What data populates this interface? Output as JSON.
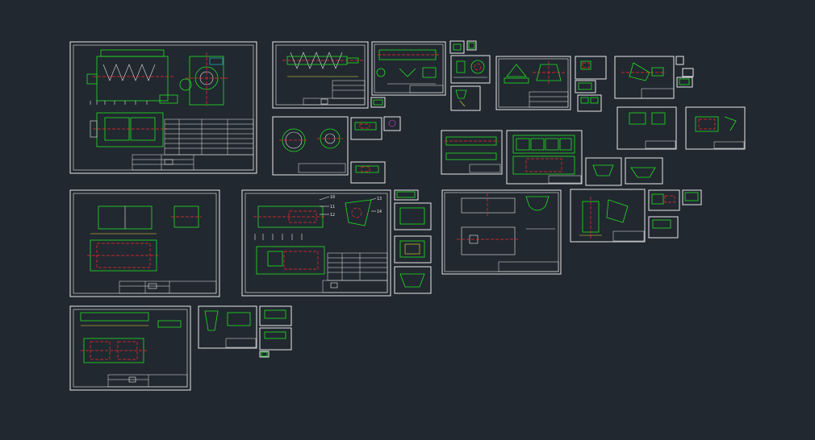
{
  "canvas": {
    "background": "#212830"
  },
  "colors": {
    "sheet_border": "#e8e8e8",
    "geometry_green": "#22e022",
    "centerline_red": "#ff2a2a",
    "dimension_yellow": "#f0e030",
    "annotation_cyan": "#20d0e0",
    "highlight_magenta": "#e040e0"
  },
  "callouts": {
    "detail_sheet": [
      "10",
      "11",
      "12",
      "13",
      "14"
    ]
  }
}
